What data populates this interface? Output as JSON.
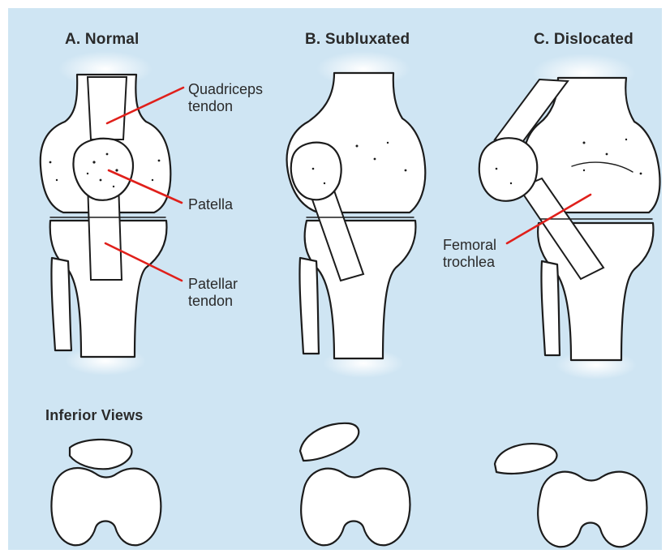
{
  "titles": {
    "normal": "A. Normal",
    "subluxated": "B. Subluxated",
    "dislocated": "C. Dislocated"
  },
  "callouts": {
    "quadriceps_line1": "Quadriceps",
    "quadriceps_line2": "tendon",
    "patella": "Patella",
    "patellar_line1": "Patellar",
    "patellar_line2": "tendon",
    "femoral_line1": "Femoral",
    "femoral_line2": "trochlea"
  },
  "inferior_heading": "Inferior Views",
  "colors": {
    "background": "#cfe5f3",
    "pointer": "#e0201b",
    "ink": "#1c1c1c",
    "bone": "#ffffff"
  }
}
